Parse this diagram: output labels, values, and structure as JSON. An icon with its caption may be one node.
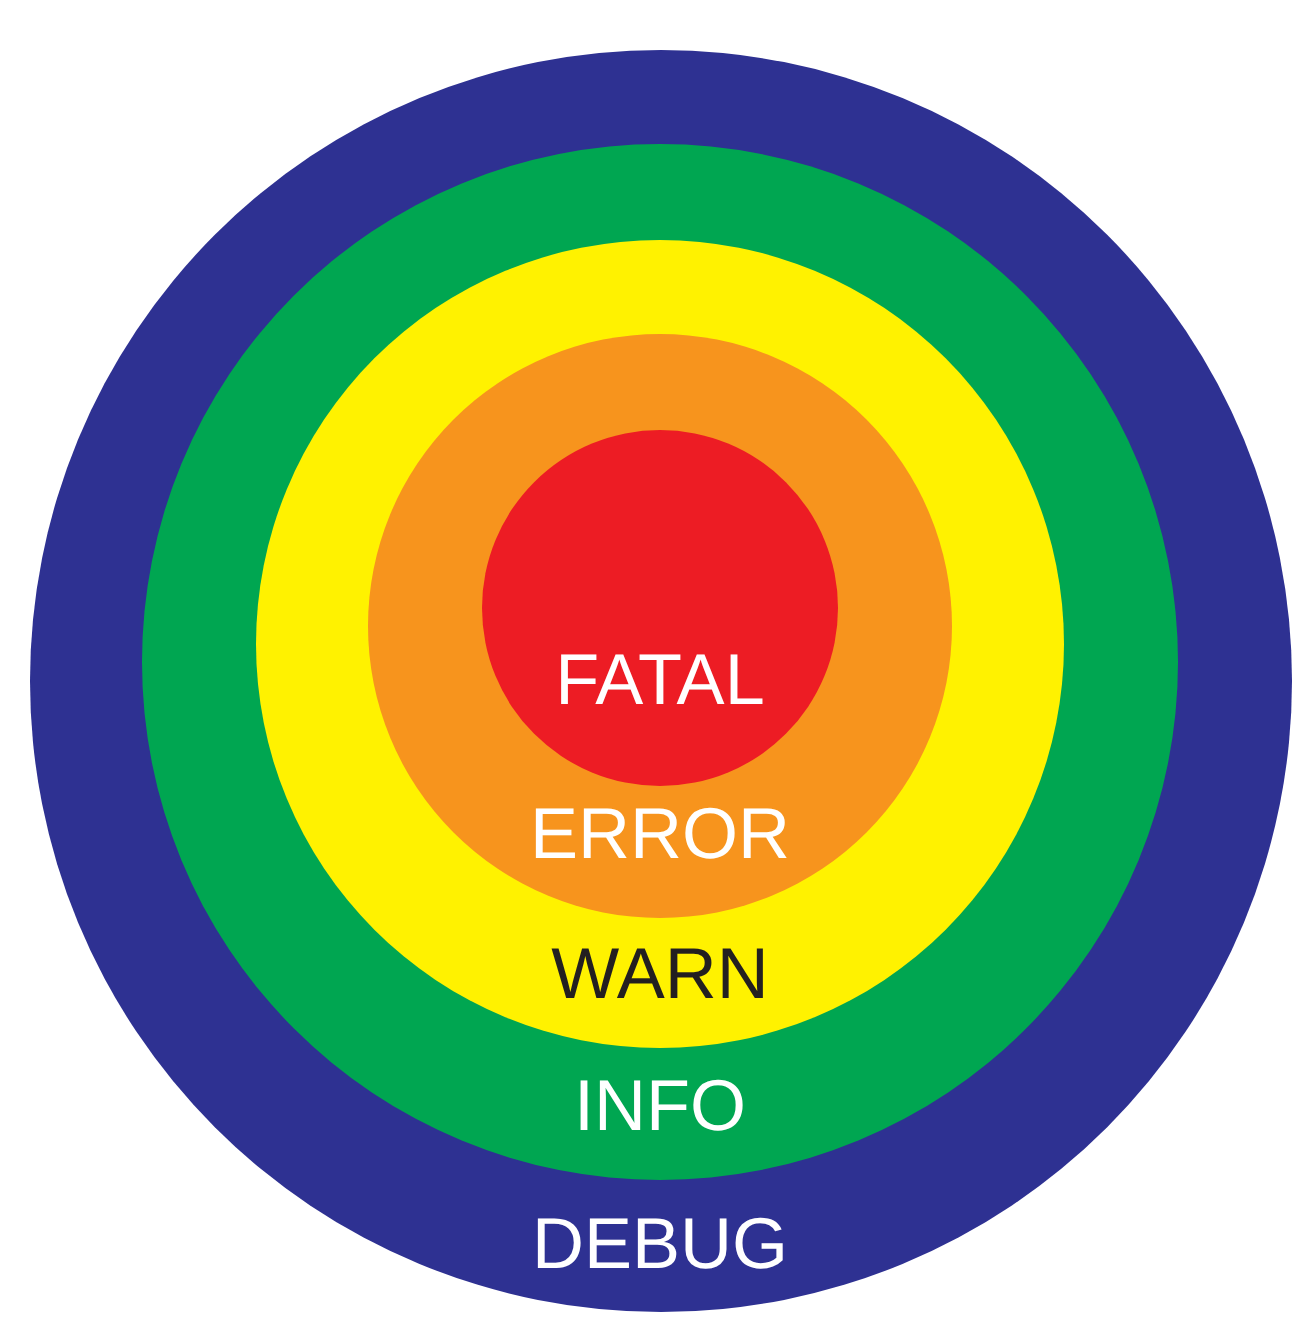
{
  "diagram": {
    "nodes": [
      {
        "text": [
          "DEBUG"
        ]
      },
      {
        "text": [
          "INFO"
        ],
        "in": 0
      },
      {
        "text": [
          "WARN"
        ],
        "in": 1
      },
      {
        "text": [
          "ERROR"
        ],
        "in": 2
      },
      {
        "text": [
          "FATAL"
        ],
        "in": 3
      }
    ]
  }
}
